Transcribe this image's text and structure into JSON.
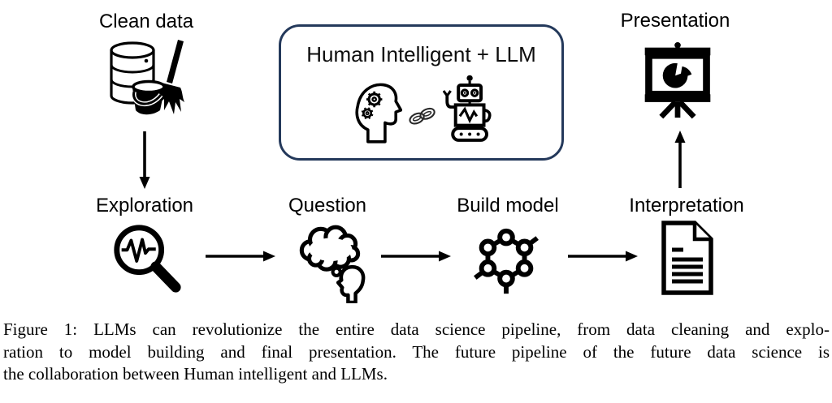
{
  "diagram": {
    "box": {
      "title": "Human Intelligent + LLM",
      "border_color": "#24395b",
      "icons": [
        "head-gears-icon",
        "chain-link-icon",
        "robot-icon"
      ]
    },
    "nodes": {
      "clean_data": {
        "label": "Clean data",
        "icon": "database-bucket-broom-icon"
      },
      "exploration": {
        "label": "Exploration",
        "icon": "magnifier-pulse-icon"
      },
      "question": {
        "label": "Question",
        "icon": "thought-cloud-head-icon"
      },
      "build_model": {
        "label": "Build model",
        "icon": "molecule-network-icon"
      },
      "interpretation": {
        "label": "Interpretation",
        "icon": "document-lines-icon"
      },
      "presentation": {
        "label": "Presentation",
        "icon": "presentation-board-pie-icon"
      }
    },
    "flow": [
      "Clean data → Exploration",
      "Exploration → Question",
      "Question → Build model",
      "Build model → Interpretation",
      "Interpretation → Presentation"
    ],
    "colors": {
      "icon": "#000000",
      "background": "#ffffff",
      "box_border": "#24395b"
    }
  },
  "caption": {
    "label": "Figure 1:",
    "lines": [
      "Figure 1: LLMs can revolutionize the entire data science pipeline, from data cleaning and explo-",
      "ration to model building and final presentation. The future pipeline of the future data science is",
      "the collaboration between Human intelligent and LLMs."
    ]
  }
}
